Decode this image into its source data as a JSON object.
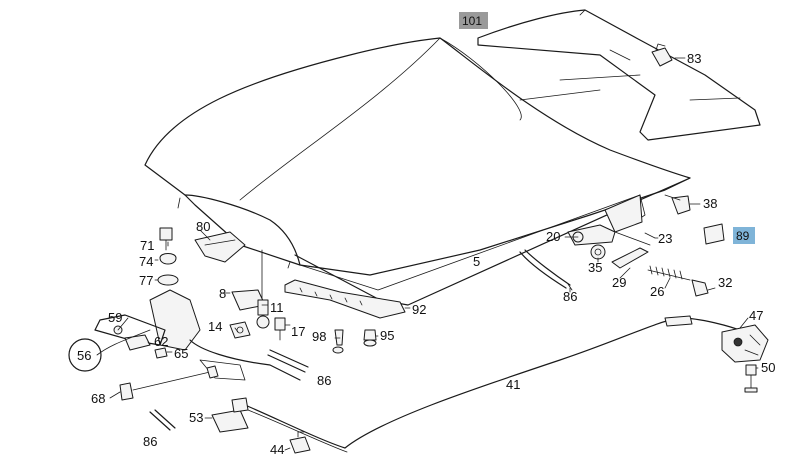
{
  "highlight_colors": {
    "label_101_bg": "#9a9a9a",
    "label_89_bg": "#7fb4d8"
  },
  "labels": {
    "p101": "101",
    "p83": "83",
    "p38": "38",
    "p89": "89",
    "p23": "23",
    "p20": "20",
    "p35": "35",
    "p32": "32",
    "p29": "29",
    "p26": "26",
    "p86a": "86",
    "p5": "5",
    "p80": "80",
    "p71": "71",
    "p74": "74",
    "p77": "77",
    "p8": "8",
    "p11": "11",
    "p17": "17",
    "p92": "92",
    "p98": "98",
    "p95": "95",
    "p59": "59",
    "p14": "14",
    "p62": "62",
    "p56": "56",
    "p65": "65",
    "p86b": "86",
    "p68": "68",
    "p41": "41",
    "p47": "47",
    "p50": "50",
    "p53": "53",
    "p86c": "86",
    "p44": "44"
  }
}
